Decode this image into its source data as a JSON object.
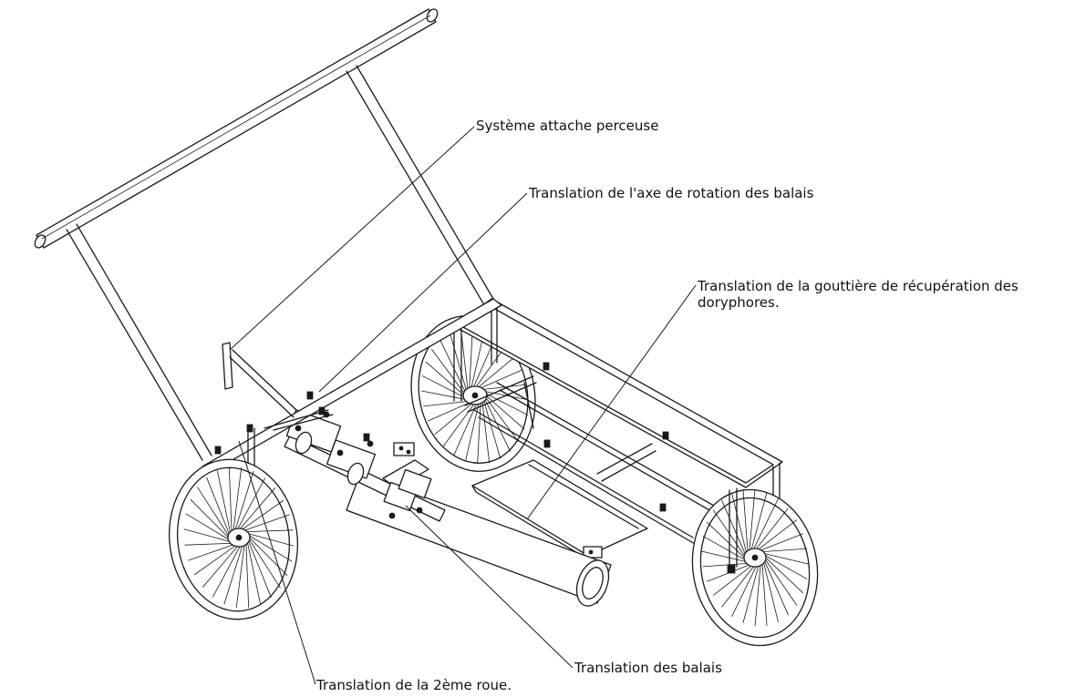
{
  "labels": {
    "drill_attach": "Système attache perceuse",
    "brush_axis_translation": "Translation de l'axe de rotation des balais",
    "gutter_translation": "Translation de la gouttière de récupération des doryphores.",
    "brush_translation": "Translation des balais",
    "second_wheel_translation": "Translation de la 2ème roue."
  }
}
